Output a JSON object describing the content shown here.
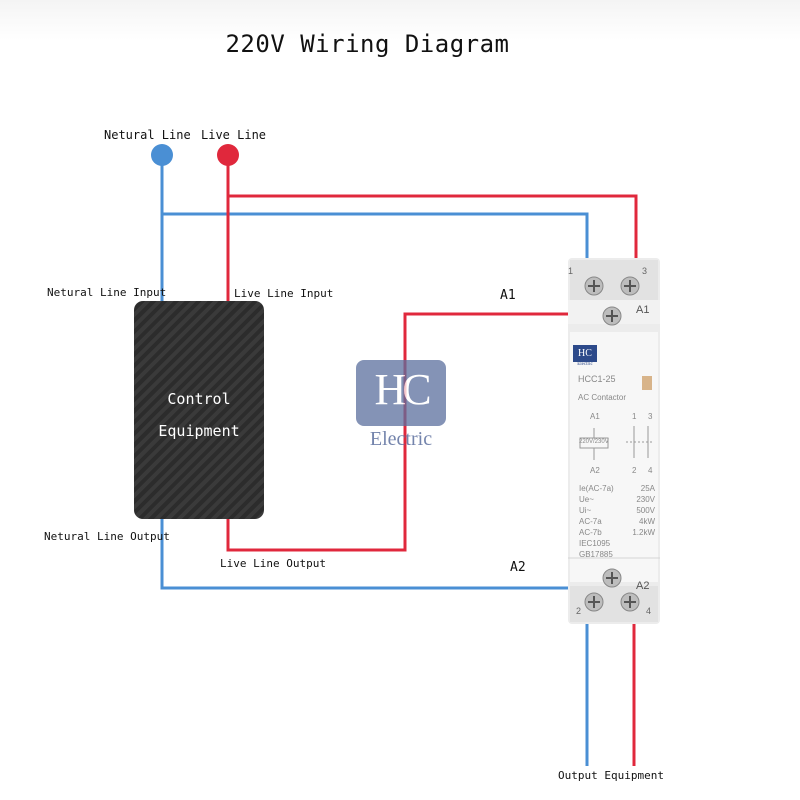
{
  "title": "220V Wiring Diagram",
  "labels": {
    "neutral_line": "Netural Line",
    "live_line": "Live Line",
    "neutral_input": "Netural Line Input",
    "live_input": "Live Line Input",
    "neutral_output": "Netural Line Output",
    "live_output": "Live Line Output",
    "a1": "A1",
    "a2": "A2",
    "output_equipment": "Output Equipment"
  },
  "control": {
    "line1": "Control",
    "line2": "Equipment"
  },
  "logo": {
    "mark": "HC",
    "sub": "Electric"
  },
  "device": {
    "terminal_1": "1",
    "terminal_3": "3",
    "terminal_2": "2",
    "terminal_4": "4",
    "a1": "A1",
    "a2": "A2",
    "brand": "HC",
    "brand_sub": "Electric",
    "model": "HCC1-25",
    "type": "AC Contactor",
    "schem_a1": "A1",
    "schem_1": "1",
    "schem_3": "3",
    "schem_a2": "A2",
    "schem_2": "2",
    "schem_4": "4",
    "coil": "220V/230V",
    "rows": [
      [
        "Ie(AC-7a)",
        "25A"
      ],
      [
        "Ue~",
        "230V"
      ],
      [
        "Ui~",
        "500V"
      ],
      [
        "AC-7a",
        "4kW"
      ],
      [
        "AC-7b",
        "1.2kW"
      ],
      [
        "IEC1095",
        ""
      ],
      [
        "GB17885",
        ""
      ]
    ]
  },
  "colors": {
    "neutral": "#4a8fd4",
    "live": "#e0283c",
    "control": "#333333"
  }
}
